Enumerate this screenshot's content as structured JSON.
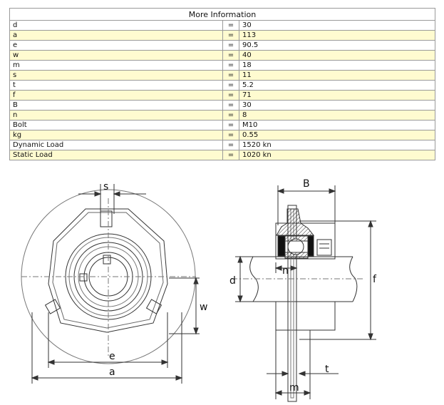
{
  "table": {
    "title": "More Information",
    "rows": [
      {
        "key": "d",
        "eq": "=",
        "value": "30"
      },
      {
        "key": "a",
        "eq": "=",
        "value": "113"
      },
      {
        "key": "e",
        "eq": "=",
        "value": "90.5"
      },
      {
        "key": "w",
        "eq": "=",
        "value": "40"
      },
      {
        "key": "m",
        "eq": "=",
        "value": "18"
      },
      {
        "key": "s",
        "eq": "=",
        "value": "11"
      },
      {
        "key": "t",
        "eq": "=",
        "value": "5.2"
      },
      {
        "key": "f",
        "eq": "=",
        "value": "71"
      },
      {
        "key": "B",
        "eq": "=",
        "value": "30"
      },
      {
        "key": "n",
        "eq": "=",
        "value": "8"
      },
      {
        "key": "Bolt",
        "eq": "=",
        "value": "M10"
      },
      {
        "key": "kg",
        "eq": "=",
        "value": "0.55"
      },
      {
        "key": "Dynamic Load",
        "eq": "=",
        "value": "1520 kn"
      },
      {
        "key": "Static Load",
        "eq": "=",
        "value": "1020 kn"
      }
    ]
  },
  "drawing": {
    "labels": {
      "s": "s",
      "w": "w",
      "e": "e",
      "a": "a",
      "B": "B",
      "d": "d",
      "n": "n",
      "f": "f",
      "t": "t",
      "m": "m"
    }
  }
}
